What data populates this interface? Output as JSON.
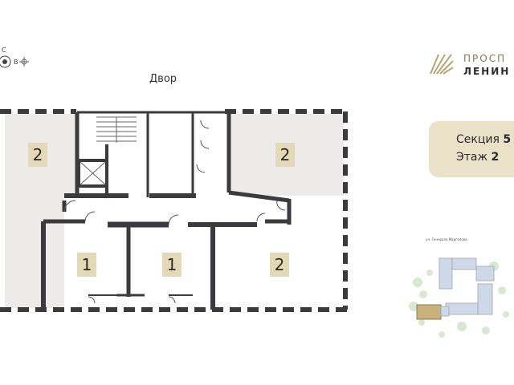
{
  "plan": {
    "courtyard_label": "Двор",
    "rooms": [
      {
        "id": "unit-left",
        "rooms": "2"
      },
      {
        "id": "unit-top-right",
        "rooms": "2"
      },
      {
        "id": "unit-center-left",
        "rooms": "1"
      },
      {
        "id": "unit-center-right",
        "rooms": "1"
      },
      {
        "id": "unit-bottom-right",
        "rooms": "2"
      }
    ]
  },
  "brand": {
    "line1": "ПРОСП",
    "line2": "ЛЕНИН"
  },
  "info": {
    "section_label": "Секция",
    "section_value": "5",
    "floor_label": "Этаж",
    "floor_value": "2"
  },
  "site_map": {
    "street_label": "ул. Генерала Маргелова"
  },
  "compass": {
    "marker": "С",
    "east": "В"
  },
  "colors": {
    "wall": "#3a3a3f",
    "unit_fill": "#ecebea",
    "label_bg": "#e4d9b6",
    "card_bg": "#e9e2c8",
    "accent": "#8a7a52"
  }
}
